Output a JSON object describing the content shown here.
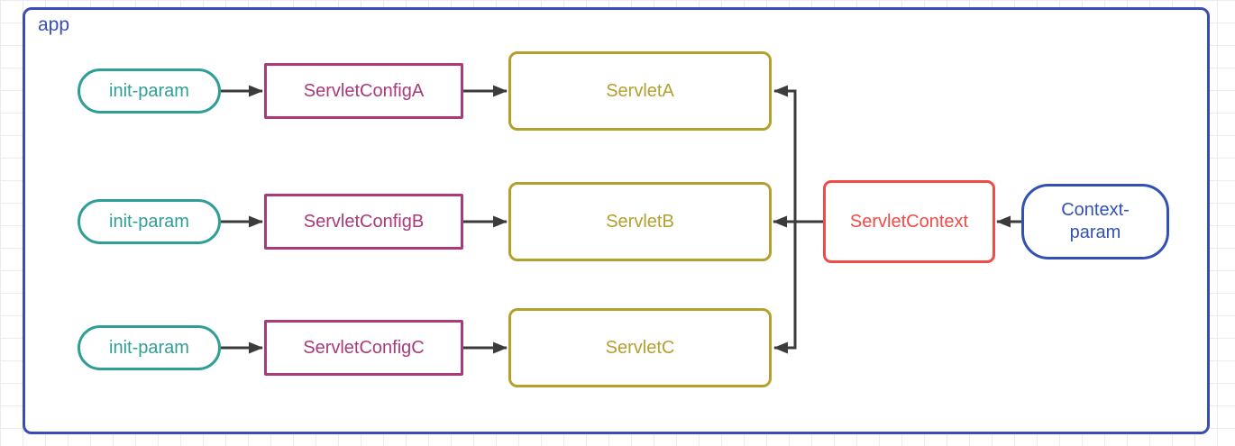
{
  "app": {
    "label": "app"
  },
  "rows": [
    {
      "init_param": "init-param",
      "config": "ServletConfigA",
      "servlet": "ServletA"
    },
    {
      "init_param": "init-param",
      "config": "ServletConfigB",
      "servlet": "ServletB"
    },
    {
      "init_param": "init-param",
      "config": "ServletConfigC",
      "servlet": "ServletC"
    }
  ],
  "context": {
    "servlet_context": "ServletContext",
    "context_param_line1": "Context-",
    "context_param_line2": "param"
  },
  "colors": {
    "app_border": "#3a4db6",
    "init_param": "#2f9e96",
    "servlet_config": "#aa3a79",
    "servlet": "#b3a02f",
    "servlet_context": "#f04b45",
    "context_param": "#3351b5",
    "arrow": "#3b3b3b",
    "grid_line": "#ececec",
    "canvas_bg": "#ffffff"
  }
}
